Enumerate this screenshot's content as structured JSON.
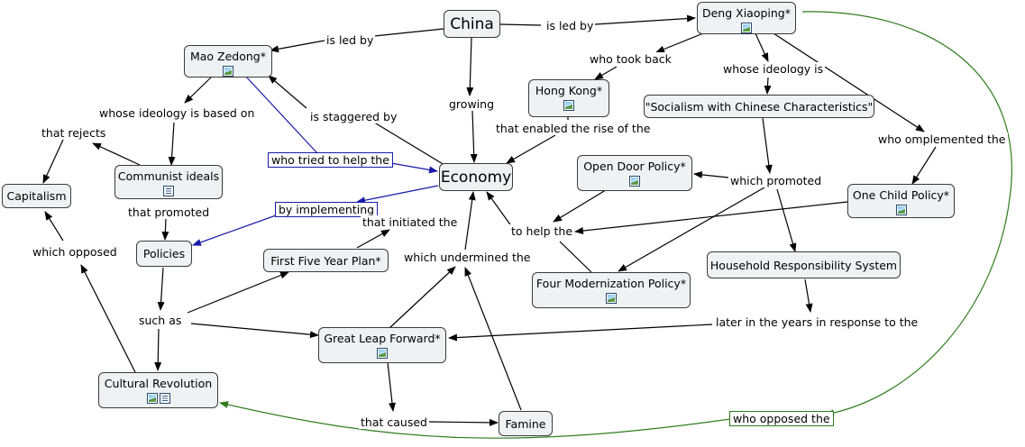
{
  "nodes": {
    "china": "China",
    "deng": "Deng Xiaoping*",
    "mao": "Mao Zedong*",
    "hongkong": "Hong Kong*",
    "socialism": "\"Socialism with Chinese Characteristics\"",
    "economy": "Economy",
    "opendoor": "Open Door Policy*",
    "onechild": "One Child Policy*",
    "communist": "Communist ideals",
    "capitalism": "Capitalism",
    "policies": "Policies",
    "fyp": "First Five Year Plan*",
    "household": "Household Responsibility System",
    "fourmod": "Four Modernization Policy*",
    "glf": "Great Leap Forward*",
    "cultural": "Cultural Revolution",
    "famine": "Famine"
  },
  "links": {
    "china_mao": "is led by",
    "china_deng": "is led by",
    "china_growing": "growing",
    "deng_tookback": "who took back",
    "deng_ideology": "whose ideology is",
    "deng_omplemented": "who omplemented the",
    "deng_opposed": "who opposed the",
    "mao_ideology": "whose ideology is based on",
    "mao_tried": "who tried to help the",
    "staggered": "is staggered by",
    "hk_enabled": "that enabled the rise of the",
    "which_promoted": "which promoted",
    "that_rejects": "that rejects",
    "that_promoted": "that promoted",
    "by_implementing": "by implementing",
    "that_initiated": "that initiated the",
    "to_help": "to help the",
    "which_opposed": "which opposed",
    "such_as": "such as",
    "undermined": "which undermined the",
    "later_years": "later in the years in response to the",
    "that_caused": "that caused"
  },
  "icons": {
    "image": "image-icon",
    "document": "document-icon"
  },
  "colors": {
    "node_fill": "#eef2f3",
    "link_black": "#000000",
    "link_blue": "#1a1aa8",
    "link_green": "#2e7d1e"
  }
}
